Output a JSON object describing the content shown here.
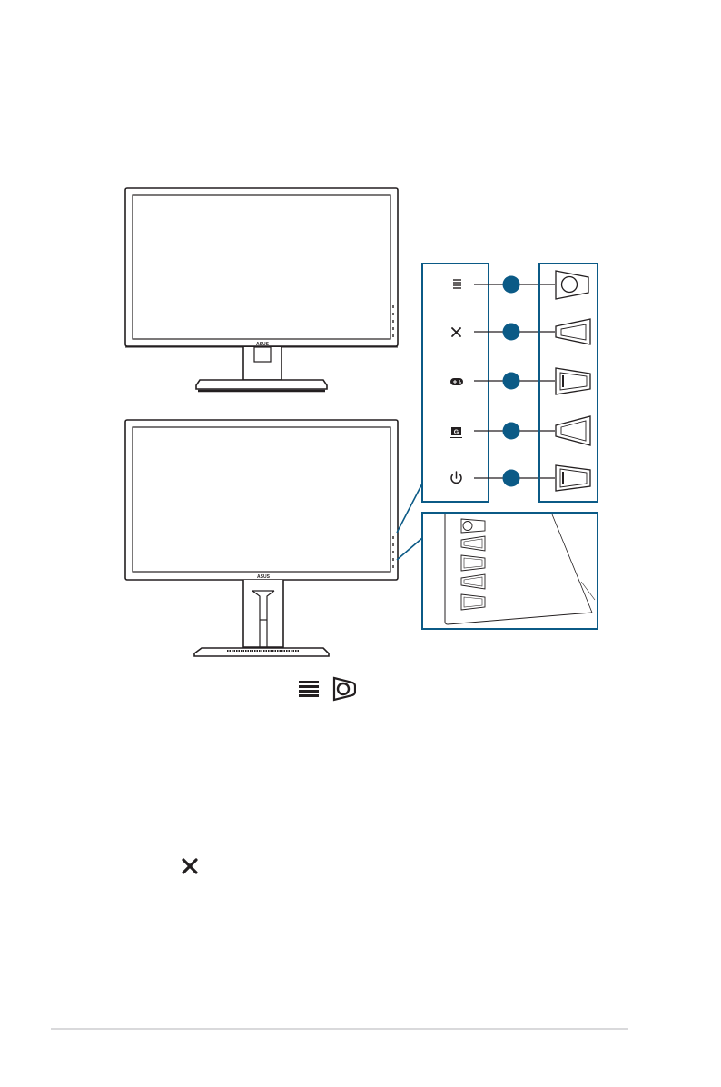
{
  "figure": {
    "monitor_brand_logo": "ASUS",
    "control_buttons": [
      {
        "key": "menu",
        "icon": "menu-lines-icon",
        "button_shape": "round-button"
      },
      {
        "key": "close",
        "icon": "close-x-icon",
        "button_shape": "trapezoid-button"
      },
      {
        "key": "gamevisual",
        "icon": "gamepad-icon",
        "button_shape": "trapezoid-button"
      },
      {
        "key": "gameplus",
        "icon": "g-badge-icon",
        "button_shape": "trapezoid-button"
      },
      {
        "key": "power",
        "icon": "power-icon",
        "button_shape": "trapezoid-button"
      }
    ],
    "callout_color": "#0b5a86",
    "line_color": "#231f20"
  },
  "inline_symbols": [
    "menu-lines-icon",
    "dial-button-icon",
    "close-x-icon"
  ]
}
